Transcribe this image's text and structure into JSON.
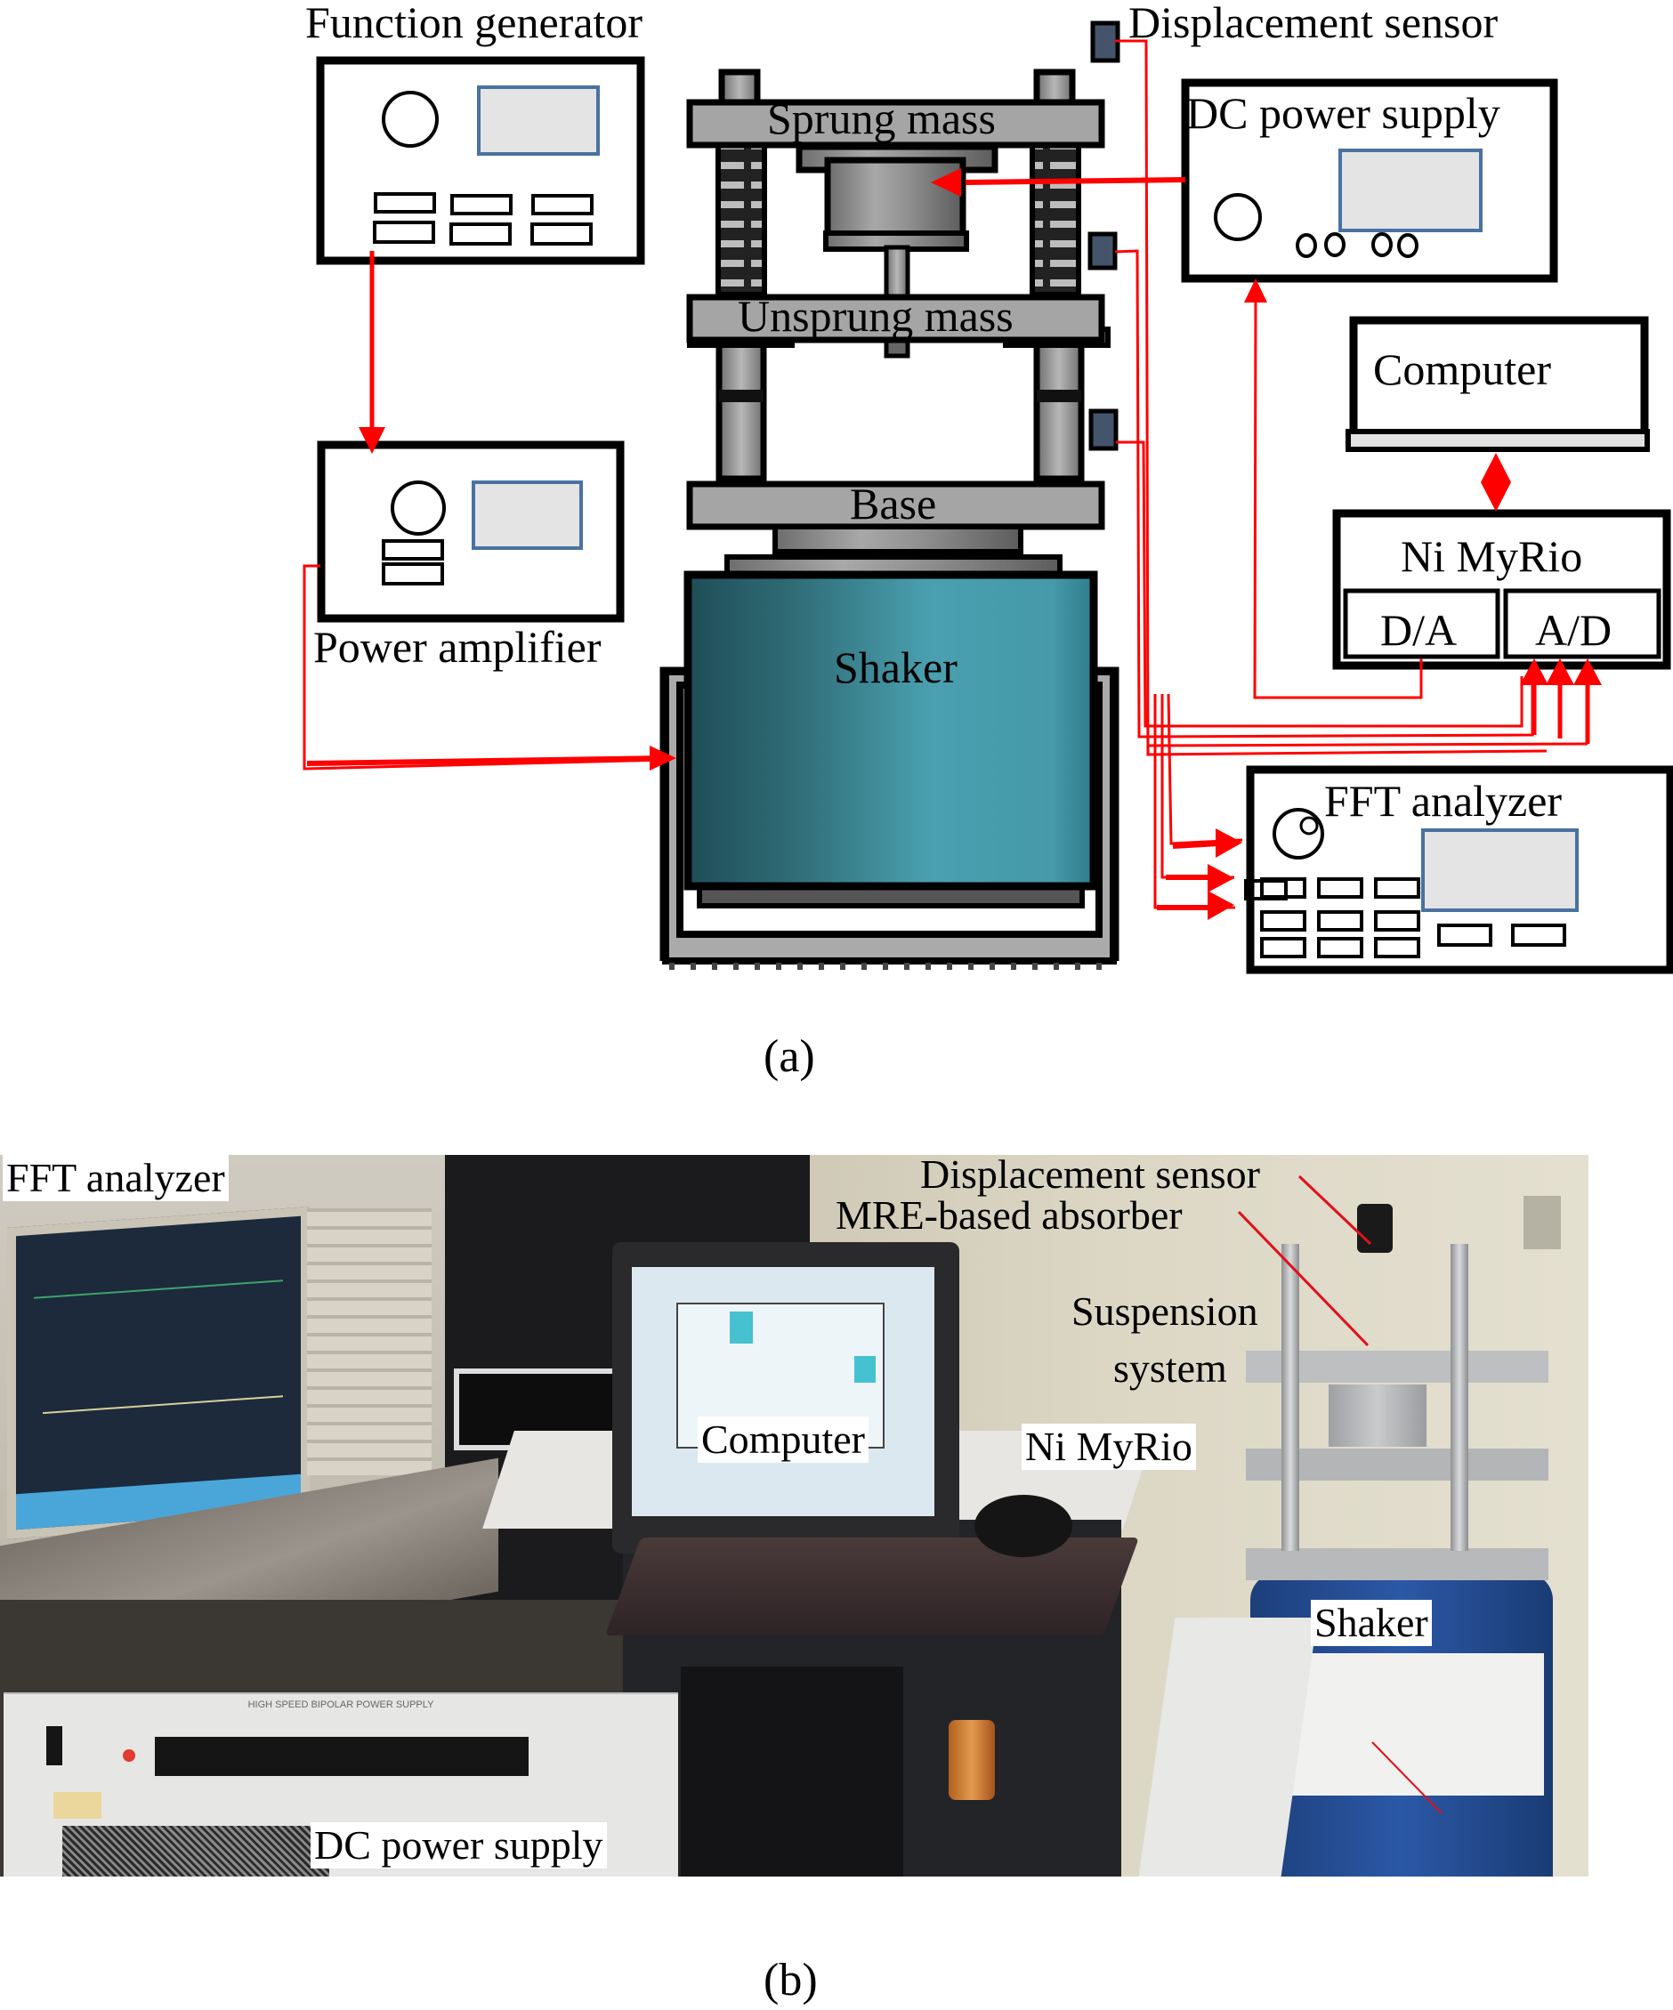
{
  "figure_a": {
    "caption": "(a)",
    "labels": {
      "function_generator": "Function generator",
      "power_amplifier": "Power amplifier",
      "sprung_mass": "Sprung mass",
      "unsprung_mass": "Unsprung mass",
      "base": "Base",
      "shaker": "Shaker",
      "displacement_sensor": "Displacement sensor",
      "dc_power_supply": "DC power supply",
      "computer": "Computer",
      "ni_myrio": "Ni MyRio",
      "da": "D/A",
      "ad": "A/D",
      "fft_analyzer": "FFT analyzer"
    },
    "colors": {
      "wire": "#ff0000",
      "sensor": "#44546a",
      "display_fill": "#e4e4e4",
      "display_border": "#4a72a0",
      "plate": "#a5a5a5",
      "shaker_dark": "#1f4e57",
      "shaker_light": "#4aa0b0"
    }
  },
  "figure_b": {
    "caption": "(b)",
    "labels": {
      "fft_analyzer": "FFT analyzer",
      "displacement_sensor": "Displacement sensor",
      "mre_absorber": "MRE-based absorber",
      "suspension_line1": "Suspension",
      "suspension_line2": "system",
      "computer": "Computer",
      "ni_myrio": "Ni MyRio",
      "shaker": "Shaker",
      "dc_power_supply": "DC power supply"
    },
    "device_text": {
      "psu_panel_title": "HIGH SPEED BIPOLAR POWER SUPPLY"
    }
  }
}
